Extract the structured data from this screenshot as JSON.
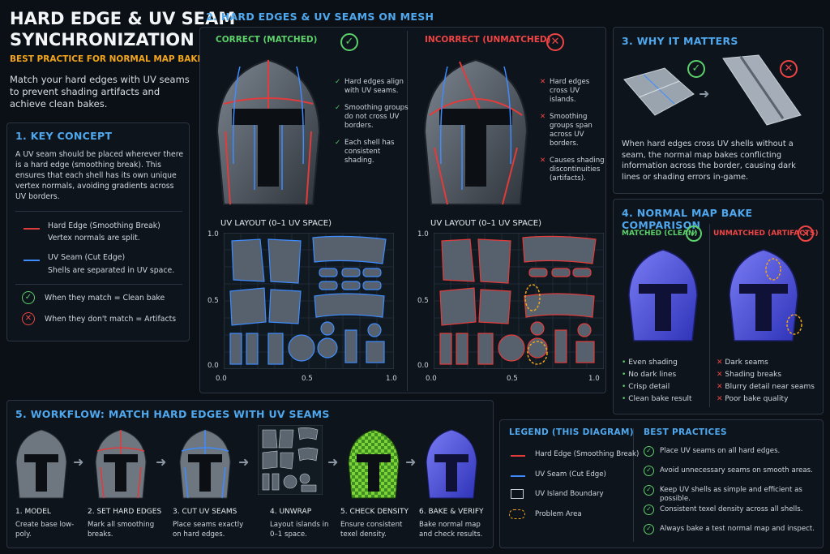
{
  "title": {
    "line1": "HARD EDGE & UV SEAM",
    "line2": "SYNCHRONIZATION",
    "subtitle": "BEST PRACTICE FOR NORMAL MAP BAKING",
    "intro": "Match your hard edges with UV seams to prevent shading artifacts and achieve clean bakes."
  },
  "key_concept": {
    "heading": "1. KEY CONCEPT",
    "body": "A UV seam should be placed wherever there is a hard edge (smoothing break). This ensures that each shell has its own unique vertex normals, avoiding gradients across UV borders.",
    "hard_edge_title": "Hard Edge (Smoothing Break)",
    "hard_edge_desc": "Vertex normals are split.",
    "uv_seam_title": "UV Seam (Cut Edge)",
    "uv_seam_desc": "Shells are separated in UV space.",
    "match_text": "When they match = Clean bake",
    "nomatch_text": "When they don't match = Artifacts"
  },
  "mesh": {
    "heading": "2. HARD EDGES & UV SEAMS ON MESH",
    "correct_label": "CORRECT (MATCHED)",
    "incorrect_label": "INCORRECT (UNMATCHED)",
    "correct_points": [
      "Hard edges align with UV seams.",
      "Smoothing groups do not cross UV borders.",
      "Each shell has consistent shading."
    ],
    "incorrect_points": [
      "Hard edges cross UV islands.",
      "Smoothing groups span across UV borders.",
      "Causes shading discontinuities (artifacts)."
    ],
    "uv_layout_label": "UV LAYOUT (0–1 UV SPACE)",
    "axis_y": [
      "1.0",
      "0.5",
      "0.0"
    ],
    "axis_x": [
      "0.0",
      "0.5",
      "1.0"
    ]
  },
  "why": {
    "heading": "3. WHY IT MATTERS",
    "body": "When hard edges cross UV shells without a seam, the normal map bakes conflicting information across the border, causing dark lines or shading errors in-game."
  },
  "bake": {
    "heading": "4. NORMAL MAP BAKE COMPARISON",
    "matched_label": "MATCHED (CLEAN)",
    "unmatched_label": "UNMATCHED (ARTIFACTS)",
    "matched_points": [
      "Even shading",
      "No dark lines",
      "Crisp detail",
      "Clean bake result"
    ],
    "unmatched_points": [
      "Dark seams",
      "Shading breaks",
      "Blurry detail near seams",
      "Poor bake quality"
    ]
  },
  "workflow": {
    "heading": "5. WORKFLOW: MATCH HARD EDGES WITH UV SEAMS",
    "steps": [
      {
        "label": "1. MODEL",
        "desc": "Create base low-poly."
      },
      {
        "label": "2. SET HARD EDGES",
        "desc": "Mark all smoothing breaks."
      },
      {
        "label": "3. CUT UV SEAMS",
        "desc": "Place seams exactly on hard edges."
      },
      {
        "label": "4. UNWRAP",
        "desc": "Layout islands in 0–1 space."
      },
      {
        "label": "5. CHECK DENSITY",
        "desc": "Ensure consistent texel density."
      },
      {
        "label": "6. BAKE & VERIFY",
        "desc": "Bake normal map and check results."
      }
    ]
  },
  "legend": {
    "heading": "LEGEND (THIS DIAGRAM)",
    "items": [
      "Hard Edge (Smoothing Break)",
      "UV Seam (Cut Edge)",
      "UV Island Boundary",
      "Problem Area"
    ]
  },
  "best": {
    "heading": "BEST PRACTICES",
    "items": [
      "Place UV seams on all hard edges.",
      "Avoid unnecessary seams on smooth areas.",
      "Keep UV shells as simple and efficient as possible.",
      "Consistent texel density across all shells.",
      "Always bake a test normal map and inspect."
    ]
  },
  "colors": {
    "hard_edge": "#e23b3b",
    "uv_seam": "#3e8cff",
    "ok": "#5cd06a",
    "bad": "#ee4444",
    "accent": "#4fa8ee",
    "subtitle": "#f2a51c"
  },
  "icons": [
    "check-circle-icon",
    "cross-circle-icon",
    "arrow-right-icon",
    "helmet-icon",
    "uv-grid-icon"
  ]
}
